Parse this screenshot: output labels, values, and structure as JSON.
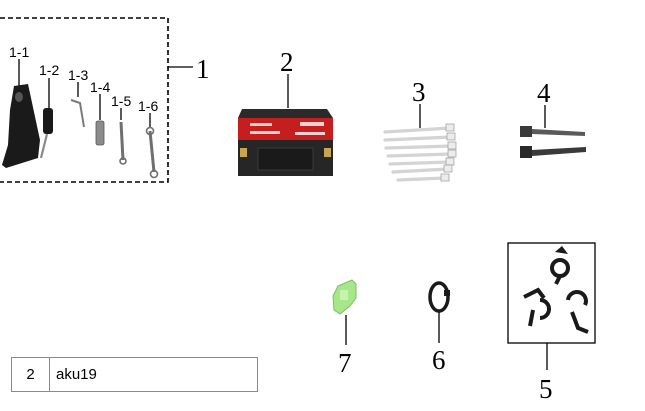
{
  "diagram": {
    "group_label": "1",
    "sub_labels": [
      "1-1",
      "1-2",
      "1-3",
      "1-4",
      "1-5",
      "1-6"
    ],
    "part_labels": {
      "battery": "2",
      "cable_ties": "3",
      "straps": "4",
      "clips": "5",
      "ring": "6",
      "connector": "7"
    },
    "colors": {
      "battery_band": "#c41e1e",
      "connector_green": "#a8e68a",
      "ink": "#000000"
    }
  },
  "table": {
    "rows": [
      {
        "number": "2",
        "name": "aku19"
      }
    ]
  }
}
